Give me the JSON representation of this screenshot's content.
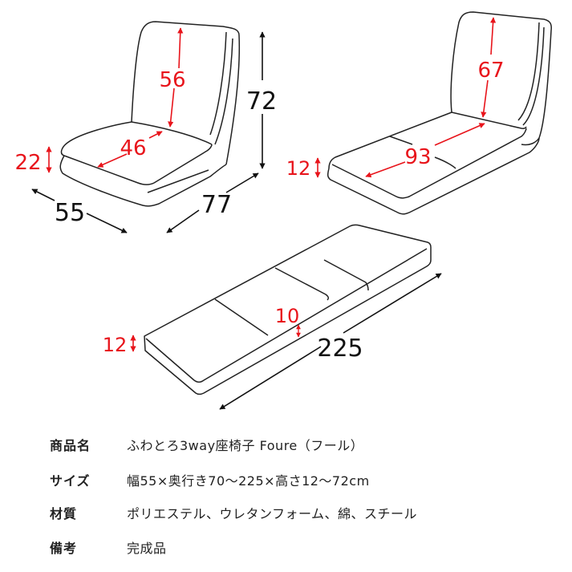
{
  "colors": {
    "dimension_red": "#e8141b",
    "dimension_black": "#111111",
    "outline": "#222222"
  },
  "diagram": {
    "chair_mode": {
      "backrest_height": "56",
      "seat_depth": "46",
      "seat_thickness": "22",
      "total_height": "72",
      "width": "55",
      "depth": "77"
    },
    "recline_mode": {
      "backrest_height": "67",
      "seat_depth": "93",
      "seat_thickness": "12"
    },
    "flat_mode": {
      "thickness": "12",
      "segment_thickness": "10",
      "length": "225"
    }
  },
  "specs": [
    {
      "label": "商品名",
      "value": "ふわとろ3way座椅子 Foure（フール）"
    },
    {
      "label": "サイズ",
      "value": "幅55×奥行き70～225×高さ12～72cm"
    },
    {
      "label": "材質",
      "value": "ポリエステル、ウレタンフォーム、綿、スチール"
    },
    {
      "label": "備考",
      "value": "完成品"
    }
  ]
}
